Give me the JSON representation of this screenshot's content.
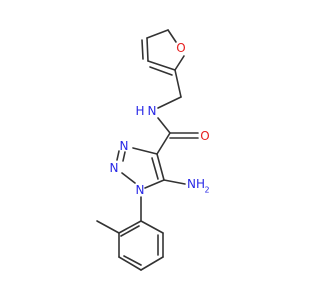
{
  "molecule": {
    "atom_labels": {
      "o_furan": "O",
      "nh_amide": "N",
      "h_amide": "H",
      "o_carbonyl": "O",
      "n3": "N",
      "n2": "N",
      "n1": "N",
      "nh2_amino": "NH",
      "nh2_sub": "2"
    },
    "colors": {
      "carbon": "#333333",
      "nitrogen": "#2828e6",
      "oxygen": "#e62020"
    }
  }
}
